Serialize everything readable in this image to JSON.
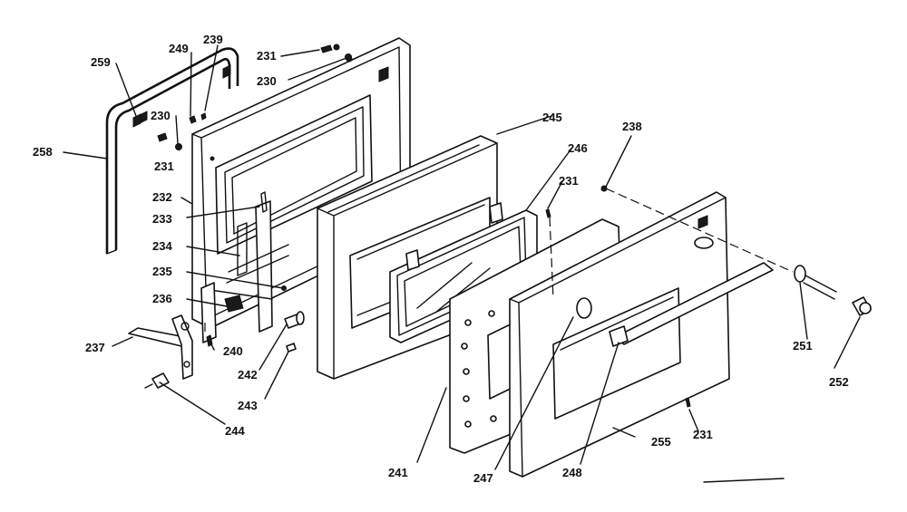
{
  "diagram": {
    "labels": {
      "p259": "259",
      "p249": "249",
      "p239": "239",
      "p231a": "231",
      "p230a": "230",
      "p230b": "230",
      "p231b": "231",
      "p258": "258",
      "p232": "232",
      "p233": "233",
      "p234": "234",
      "p235": "235",
      "p236": "236",
      "p237": "237",
      "p240": "240",
      "p242": "242",
      "p243": "243",
      "p244": "244",
      "p245": "245",
      "p246": "246",
      "p238": "238",
      "p231c": "231",
      "p251": "251",
      "p252": "252",
      "p241": "241",
      "p247": "247",
      "p248": "248",
      "p255": "255",
      "p231d": "231"
    }
  },
  "colors": {
    "line": "#111111",
    "background": "#ffffff"
  }
}
